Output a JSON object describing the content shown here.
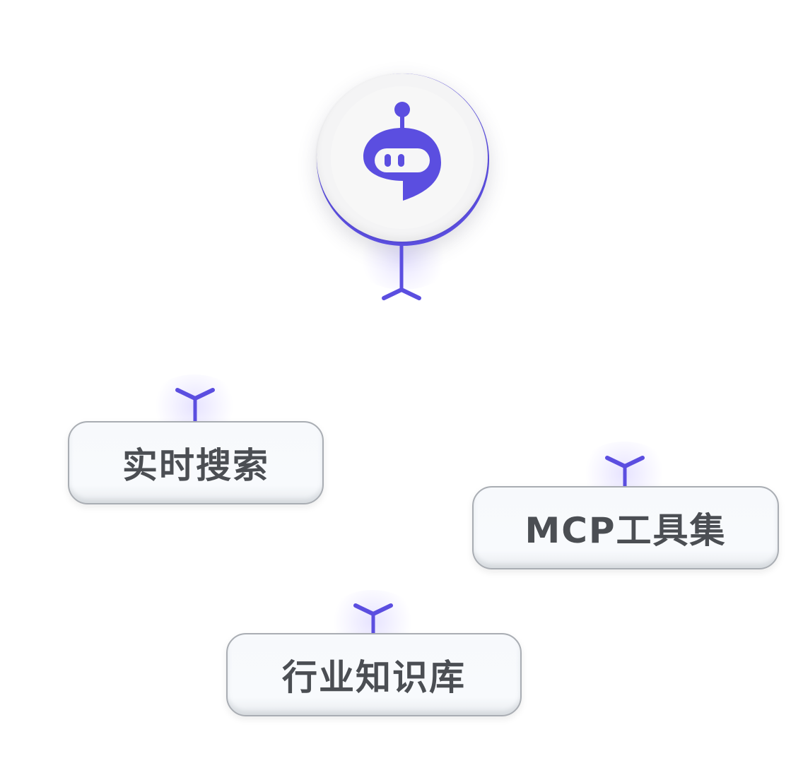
{
  "colors": {
    "accent": "#5b4ee0",
    "node_border": "#a9adb3",
    "node_text": "#4b4e53",
    "hub_face": "#f4f4f5"
  },
  "hub": {
    "icon": "robot-chat-icon"
  },
  "nodes": [
    {
      "id": "realtime-search",
      "label": "实时搜索"
    },
    {
      "id": "mcp-tools",
      "label": "MCP工具集"
    },
    {
      "id": "industry-kb",
      "label": "行业知识库"
    }
  ]
}
